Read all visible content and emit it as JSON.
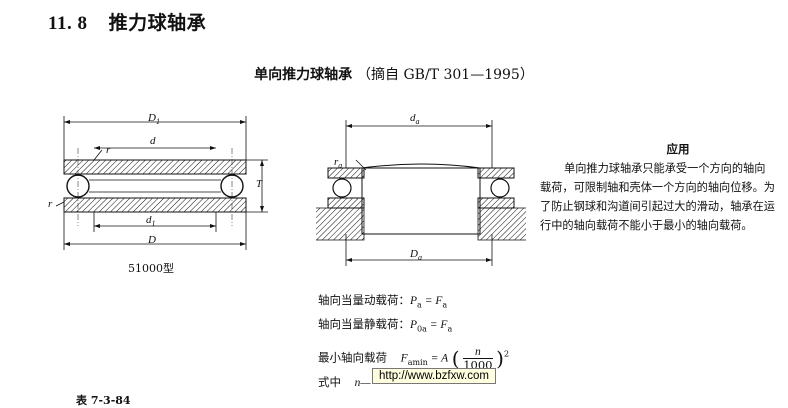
{
  "section": {
    "number": "11. 8",
    "title": "推力球轴承"
  },
  "doc_title": {
    "main": "单向推力球轴承",
    "standard": "（摘自 GB/T 301—1995）"
  },
  "left_diagram": {
    "labels": {
      "D1": "D",
      "D1_sub": "1",
      "d": "d",
      "r_top": "r",
      "T": "T",
      "r_left": "r",
      "d1": "d",
      "d1_sub": "1",
      "D": "D"
    },
    "caption": "51000型"
  },
  "mount_diagram": {
    "labels": {
      "da": "d",
      "da_sub": "a",
      "ra": "r",
      "ra_sub": "a",
      "Da": "D",
      "Da_sub": "a"
    }
  },
  "application": {
    "heading": "应用",
    "text": "单向推力球轴承只能承受一个方向的轴向载荷，可限制轴和壳体一个方向的轴向位移。为了防止钢球和沟道间引起过大的滑动，轴承在运行中的轴向载荷不能小于最小的轴向载荷。"
  },
  "formulas": {
    "dynamic_label": "轴向当量动载荷：",
    "dynamic_expr": "P",
    "dynamic_rest": " = F",
    "dynamic_sub1": "a",
    "dynamic_sub2": "a",
    "static_label": "轴向当量静载荷：",
    "static_expr": "P",
    "static_sub": "0a",
    "static_rest": " = F",
    "static_sub2": "a",
    "min_label": "最小轴向载荷",
    "min_lhs": "F",
    "min_lhs_sub": "amin",
    "min_eq": " = A",
    "min_num": "n",
    "min_den": "1000",
    "min_exp": "2",
    "where_label": "式中",
    "where_var": "n—"
  },
  "watermark": "http://www.bzfxw.com",
  "table_label": "表 7-3-84"
}
